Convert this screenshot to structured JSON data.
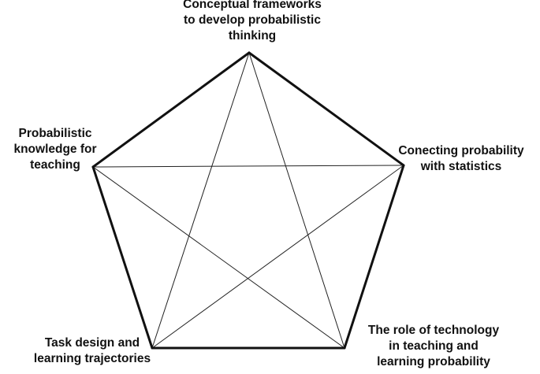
{
  "diagram": {
    "type": "pentagram-in-pentagon",
    "colors": {
      "outline": "#111111",
      "inner_lines": "#222222",
      "text": "#111111",
      "background": "#ffffff"
    },
    "vertices": [
      {
        "id": "top",
        "label_lines": [
          "Conceptual frameworks",
          "to develop probabilistic",
          "thinking"
        ]
      },
      {
        "id": "right",
        "label_lines": [
          "Conecting probability",
          "with statistics"
        ]
      },
      {
        "id": "bottom-right",
        "label_lines": [
          "The role of technology",
          "in teaching and",
          "learning probability"
        ]
      },
      {
        "id": "bottom-left",
        "label_lines": [
          "Task design and",
          "learning trajectories"
        ]
      },
      {
        "id": "left",
        "label_lines": [
          "Probabilistic",
          "knowledge for",
          "teaching"
        ]
      }
    ]
  }
}
